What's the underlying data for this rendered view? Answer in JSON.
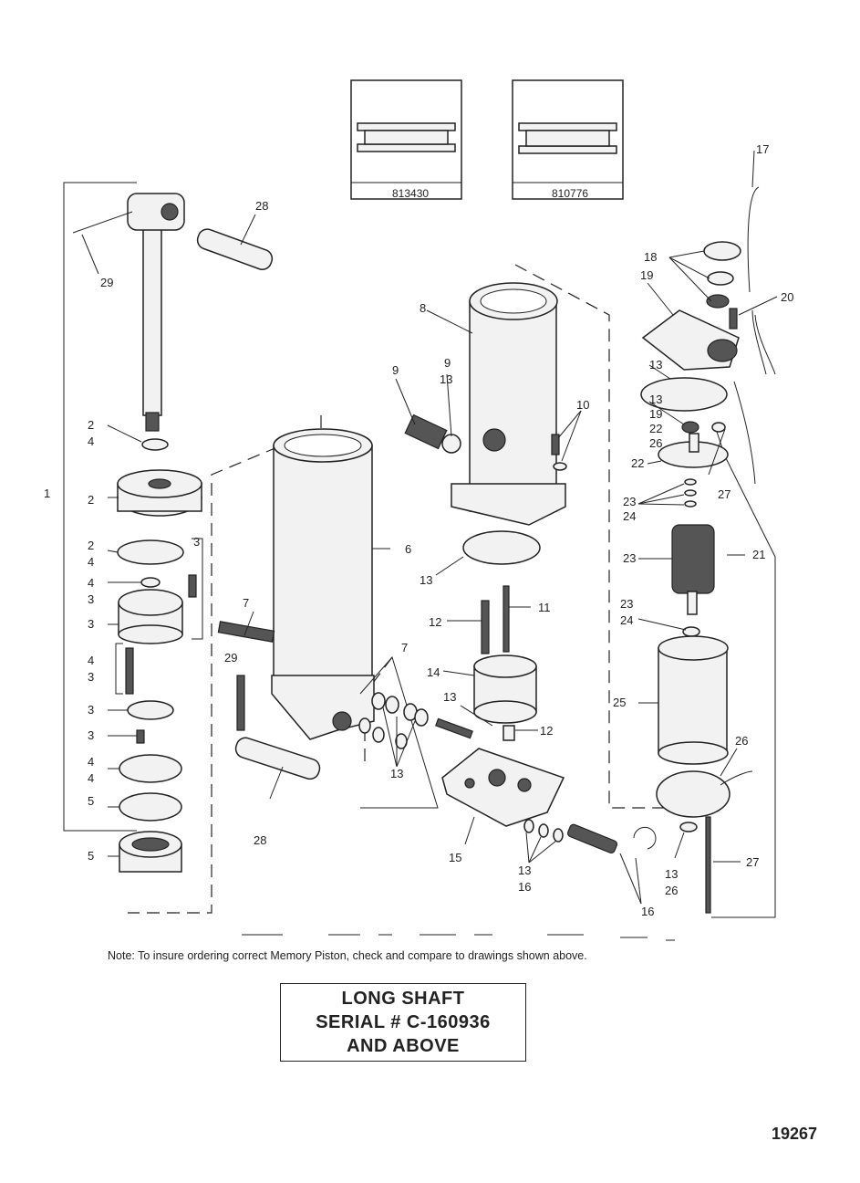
{
  "insets": [
    {
      "number": "813430"
    },
    {
      "number": "810776"
    }
  ],
  "callouts": [
    "1",
    "2",
    "4",
    "2",
    "2",
    "4",
    "3",
    "4",
    "3",
    "3",
    "4",
    "3",
    "3",
    "3",
    "4",
    "4",
    "5",
    "5",
    "29",
    "28",
    "7",
    "29",
    "28",
    "6",
    "8",
    "9",
    "9",
    "13",
    "10",
    "13",
    "12",
    "11",
    "14",
    "7",
    "13",
    "12",
    "13",
    "15",
    "13",
    "16",
    "16",
    "17",
    "18",
    "19",
    "20",
    "13",
    "13",
    "19",
    "22",
    "26",
    "22",
    "27",
    "23",
    "24",
    "23",
    "21",
    "23",
    "24",
    "25",
    "26",
    "13",
    "26",
    "27"
  ],
  "note": "Note: To insure ordering correct Memory Piston, check and compare to drawings shown above.",
  "title_box": {
    "line1": "LONG SHAFT",
    "line2": "SERIAL # C-160936",
    "line3": "AND ABOVE"
  },
  "figure_number": "19267"
}
